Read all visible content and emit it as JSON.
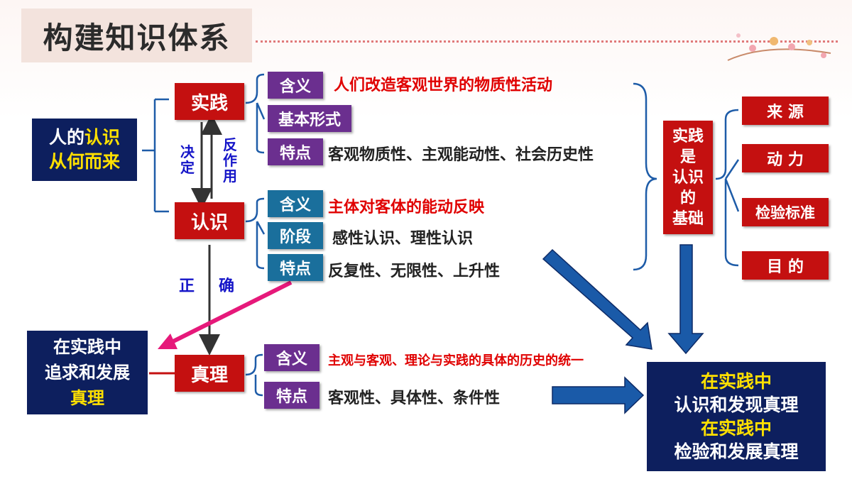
{
  "title": "构建知识体系",
  "source_box": {
    "line1_a": "人的",
    "line1_b": "认识",
    "line2": "从何而来"
  },
  "practice": {
    "label": "实践",
    "meaning_tag": "含义",
    "meaning": "人们改造客观世界的物质性活动",
    "forms_tag": "基本形式",
    "traits_tag": "特点",
    "traits": "客观物质性、主观能动性、社会历史性"
  },
  "relation": {
    "decides": "决定",
    "reacts": "反作用",
    "correct_1": "正",
    "correct_2": "确"
  },
  "cognition": {
    "label": "认识",
    "meaning_tag": "含义",
    "meaning": "主体对客体的能动反映",
    "stage_tag": "阶段",
    "stage": "感性认识、理性认识",
    "traits_tag": "特点",
    "traits": "反复性、无限性、上升性"
  },
  "truth": {
    "label": "真理",
    "meaning_tag": "含义",
    "meaning": "主观与客观、理论与实践的具体的历史的统一",
    "traits_tag": "特点",
    "traits": "客观性、具体性、条件性"
  },
  "pursue_box": {
    "line1": "在实践中",
    "line2": "追求和发展",
    "line3": "真理"
  },
  "basis_box": {
    "l1": "实践",
    "l2": "是",
    "l3": "认识",
    "l4": "的",
    "l5": "基础"
  },
  "basis_items": [
    "来 源",
    "动 力",
    "检验标准",
    "目 的"
  ],
  "final_box": {
    "l1": "在实践中",
    "l2": "认识和发现真理",
    "l3": "在实践中",
    "l4": "检验和发展真理"
  }
}
